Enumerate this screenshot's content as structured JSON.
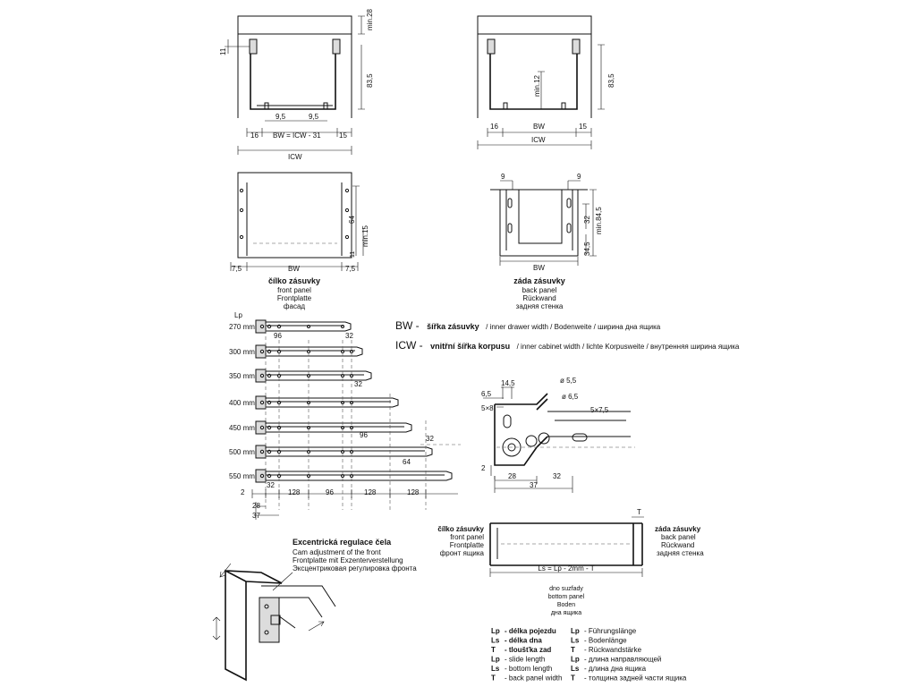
{
  "top_left": {
    "dims": {
      "min28": "min.28",
      "h11": "11",
      "h83": "83,5",
      "d9a": "9,5",
      "d9b": "9,5",
      "d16": "16",
      "bw": "BW = ICW - 31",
      "d15": "15",
      "icw": "ICW"
    }
  },
  "top_right": {
    "dims": {
      "min12": "min.12",
      "h83": "83,5",
      "d16": "16",
      "bw": "BW",
      "d15": "15",
      "icw": "ICW"
    }
  },
  "front_panel": {
    "dims": {
      "h64": "64",
      "min15": "min.15",
      "h11": "11",
      "d75a": "7,5",
      "bw": "BW",
      "d75b": "7,5"
    },
    "label": {
      "cz": "čílko zásuvky",
      "en": "front panel",
      "de": "Frontplatte",
      "ru": "фасад"
    }
  },
  "back_panel": {
    "dims": {
      "d9a": "9",
      "d9b": "9",
      "d32": "32",
      "min845": "min.84,5",
      "d345": "34,5",
      "bw": "BW"
    },
    "label": {
      "cz": "záda zásuvky",
      "en": "back panel",
      "de": "Rückwand",
      "ru": "задняя стенка"
    }
  },
  "legend_defs": {
    "bw_code": "BW -",
    "bw_bold": "šířka zásuvky",
    "bw_rest": "/ inner drawer width / Bodenweite / ширина дна ящика",
    "icw_code": "ICW -",
    "icw_bold": "vnitřní šířka korpusu",
    "icw_rest": "/ inner cabinet width / lichte Korpusweite / внутренняя ширина ящика"
  },
  "slides": {
    "lp_label": "Lp",
    "lengths": [
      "270 mm",
      "300 mm",
      "350 mm",
      "400 mm",
      "450 mm",
      "500 mm",
      "550 mm"
    ],
    "dims": {
      "d96a": "96",
      "d32a": "32",
      "d32b": "32",
      "d96b": "96",
      "d32c": "32",
      "d64": "64",
      "d2": "2",
      "d32d": "32",
      "d128a": "128",
      "d96c": "96",
      "d128b": "128",
      "d128c": "128",
      "d28": "28",
      "d37": "37"
    }
  },
  "detail": {
    "dims": {
      "d145": "14,5",
      "d55": "ø 5,5",
      "d65a": "6,5",
      "d65b": "ø 6,5",
      "d5x8": "5×8",
      "d5x75": "5×7,5",
      "d2": "2",
      "d28": "28",
      "d32": "32",
      "d37": "37"
    }
  },
  "cam": {
    "cz": "Excentrická regulace čela",
    "en": "Cam adjustment of the front",
    "de": "Frontplatte mit Exzenterverstellung",
    "ru": "Эксцентриковая регулировка фронта"
  },
  "bottom_section": {
    "t": "T",
    "front": {
      "cz": "čílko zásuvky",
      "en": "front panel",
      "de": "Frontplatte",
      "ru": "фронт ящика"
    },
    "back": {
      "cz": "záda zásuvky",
      "en": "back panel",
      "de": "Rückwand",
      "ru": "задняя стенка"
    },
    "formula": "Ls = Lp - 2mm - T",
    "bottom": {
      "cz": "dno  suzfady",
      "en": "bottom panel",
      "de": "Boden",
      "ru": "дна ящика"
    }
  },
  "abbrev": {
    "left": [
      {
        "code": "Lp",
        "text": "- délka pojezdu"
      },
      {
        "code": "Ls",
        "text": "- délka dna"
      },
      {
        "code": "T",
        "text": "- tloušťka zad"
      },
      {
        "code": "Lp",
        "text": "- slide length"
      },
      {
        "code": "Ls",
        "text": "- bottom length"
      },
      {
        "code": "T",
        "text": "- back panel width"
      }
    ],
    "right": [
      {
        "code": "Lp",
        "text": "- Führungslänge"
      },
      {
        "code": "Ls",
        "text": "- Bodenlänge"
      },
      {
        "code": "T",
        "text": "- Rückwandstärke"
      },
      {
        "code": "Lp",
        "text": "- длина направляющей"
      },
      {
        "code": "Ls",
        "text": "- длина дна ящика"
      },
      {
        "code": "T",
        "text": "- толщина задней части ящика"
      }
    ]
  }
}
